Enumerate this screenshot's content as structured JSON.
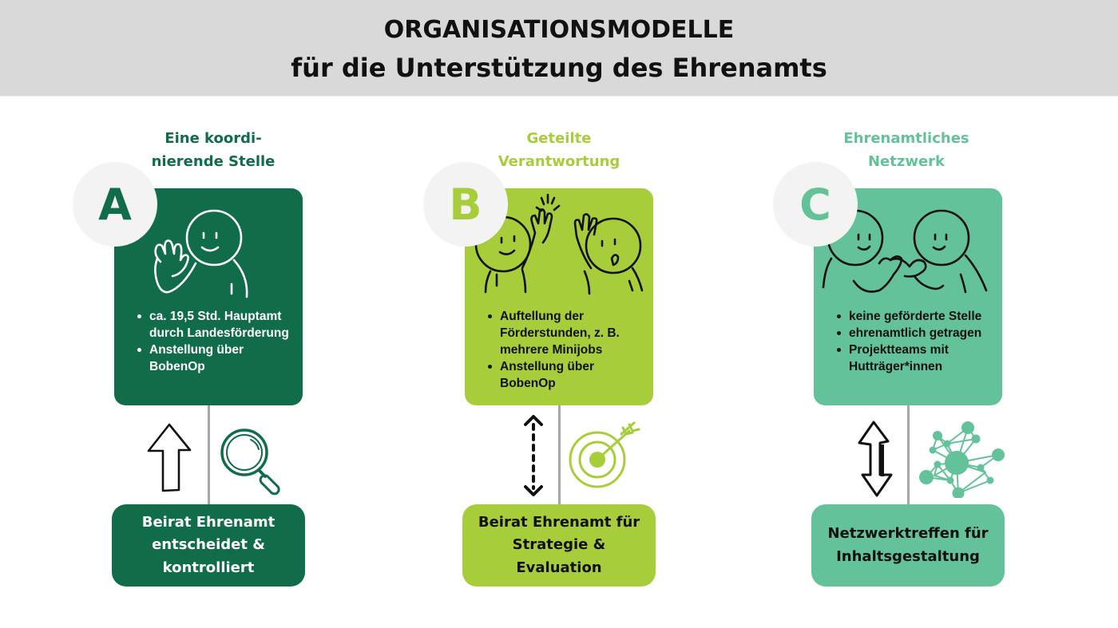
{
  "header": {
    "title_line1": "ORGANISATIONSMODELLE",
    "title_line2": "für die Unterstützung des Ehrenamts",
    "background": "#d9d9d9"
  },
  "colors": {
    "dark_green": "#116c4a",
    "lime_green": "#a8cd3a",
    "mint_green": "#63c29a",
    "badge_bg": "#f3f3f3",
    "connector": "#a7a7a7"
  },
  "models": [
    {
      "letter": "A",
      "title_line1": "Eine koordi-",
      "title_line2": "nierende Stelle",
      "illustration": "waving-person-icon",
      "bullets": [
        "ca. 19,5 Std. Hauptamt durch Landesförderung",
        "Anstellung über BobenOp"
      ],
      "left_icon": "up-arrow-icon",
      "right_icon": "magnifying-glass-icon",
      "bottom_label": "Beirat Ehrenamt entscheidet & kontrolliert"
    },
    {
      "letter": "B",
      "title_line1": "Geteilte",
      "title_line2": "Verantwortung",
      "illustration": "high-five-icon",
      "bullets": [
        "Auftellung der Förderstunden, z. B. mehrere Minijobs",
        "Anstellung über BobenOp"
      ],
      "left_icon": "dotted-double-arrow-icon",
      "right_icon": "target-icon",
      "bottom_label": "Beirat Ehrenamt für Strategie & Evaluation"
    },
    {
      "letter": "C",
      "title_line1": "Ehrenamtliches",
      "title_line2": "Netzwerk",
      "illustration": "pinky-promise-icon",
      "bullets": [
        "keine geförderte Stelle",
        "ehrenamtlich getragen",
        "Projektteams mit Hutträger*innen"
      ],
      "left_icon": "double-arrow-icon",
      "right_icon": "network-icon",
      "bottom_label": "Netzwerktreffen für Inhaltsgestaltung"
    }
  ]
}
